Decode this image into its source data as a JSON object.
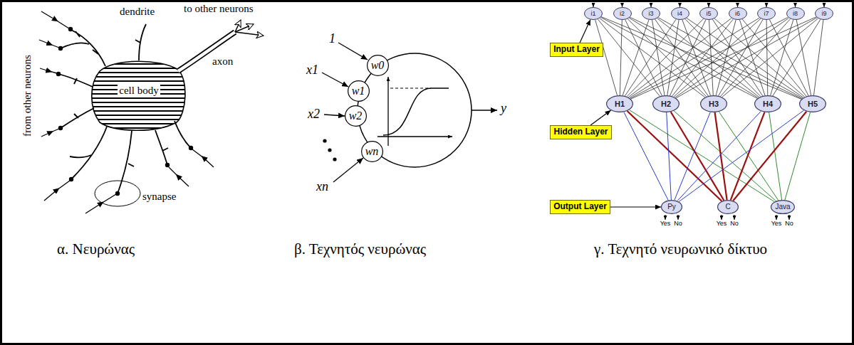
{
  "diagram": {
    "nodes": [
      {
        "text": [
          "w0"
        ]
      },
      {
        "text": [
          "w1"
        ]
      },
      {
        "text": [
          "w2"
        ]
      },
      {
        "text": [
          "wn"
        ]
      },
      {
        "text": [
          "i1"
        ]
      },
      {
        "text": [
          "i2"
        ]
      },
      {
        "text": [
          "i3"
        ]
      },
      {
        "text": [
          "i4"
        ]
      },
      {
        "text": [
          "i5"
        ]
      },
      {
        "text": [
          "i6"
        ]
      },
      {
        "text": [
          "i7"
        ]
      },
      {
        "text": [
          "i8"
        ]
      },
      {
        "text": [
          "i9"
        ]
      },
      {
        "text": [
          "Input Layer"
        ]
      },
      {
        "text": [
          "H1"
        ]
      },
      {
        "text": [
          "H2"
        ]
      },
      {
        "text": [
          "H3"
        ]
      },
      {
        "text": [
          "H4"
        ]
      },
      {
        "text": [
          "H5"
        ]
      },
      {
        "text": [
          "Hidden Layer"
        ]
      },
      {
        "text": [
          "Py"
        ]
      },
      {
        "text": [
          "C"
        ]
      },
      {
        "text": [
          "Java"
        ]
      },
      {
        "text": [
          "Output Layer"
        ]
      }
    ],
    "edges": [
      {
        "from": 4,
        "to": 14,
        "arrow": "none"
      },
      {
        "from": 4,
        "to": 15,
        "arrow": "none"
      },
      {
        "from": 4,
        "to": 16,
        "arrow": "none"
      },
      {
        "from": 4,
        "to": 17,
        "arrow": "none"
      },
      {
        "from": 4,
        "to": 18,
        "arrow": "none"
      },
      {
        "from": 5,
        "to": 14,
        "arrow": "none"
      },
      {
        "from": 5,
        "to": 15,
        "arrow": "none"
      },
      {
        "from": 5,
        "to": 16,
        "arrow": "none"
      },
      {
        "from": 5,
        "to": 17,
        "arrow": "none"
      },
      {
        "from": 5,
        "to": 18,
        "arrow": "none"
      },
      {
        "from": 6,
        "to": 14,
        "arrow": "none"
      },
      {
        "from": 6,
        "to": 15,
        "arrow": "none"
      },
      {
        "from": 6,
        "to": 16,
        "arrow": "none"
      },
      {
        "from": 6,
        "to": 17,
        "arrow": "none"
      },
      {
        "from": 6,
        "to": 18,
        "arrow": "none"
      },
      {
        "from": 7,
        "to": 14,
        "arrow": "none"
      },
      {
        "from": 7,
        "to": 15,
        "arrow": "none"
      },
      {
        "from": 7,
        "to": 16,
        "arrow": "none"
      },
      {
        "from": 7,
        "to": 17,
        "arrow": "none"
      },
      {
        "from": 7,
        "to": 18,
        "arrow": "none"
      },
      {
        "from": 8,
        "to": 14,
        "arrow": "none"
      },
      {
        "from": 8,
        "to": 15,
        "arrow": "none"
      },
      {
        "from": 8,
        "to": 16,
        "arrow": "none"
      },
      {
        "from": 8,
        "to": 17,
        "arrow": "none"
      },
      {
        "from": 8,
        "to": 18,
        "arrow": "none"
      },
      {
        "from": 9,
        "to": 14,
        "arrow": "none"
      },
      {
        "from": 9,
        "to": 15,
        "arrow": "none"
      },
      {
        "from": 9,
        "to": 16,
        "arrow": "none"
      },
      {
        "from": 9,
        "to": 17,
        "arrow": "none"
      },
      {
        "from": 9,
        "to": 18,
        "arrow": "none"
      },
      {
        "from": 10,
        "to": 14,
        "arrow": "none"
      },
      {
        "from": 10,
        "to": 15,
        "arrow": "none"
      },
      {
        "from": 10,
        "to": 16,
        "arrow": "none"
      },
      {
        "from": 10,
        "to": 17,
        "arrow": "none"
      },
      {
        "from": 10,
        "to": 18,
        "arrow": "none"
      },
      {
        "from": 11,
        "to": 14,
        "arrow": "none"
      },
      {
        "from": 11,
        "to": 15,
        "arrow": "none"
      },
      {
        "from": 11,
        "to": 16,
        "arrow": "none"
      },
      {
        "from": 11,
        "to": 17,
        "arrow": "none"
      },
      {
        "from": 11,
        "to": 18,
        "arrow": "none"
      },
      {
        "from": 12,
        "to": 14,
        "arrow": "none"
      },
      {
        "from": 12,
        "to": 15,
        "arrow": "none"
      },
      {
        "from": 12,
        "to": 16,
        "arrow": "none"
      },
      {
        "from": 12,
        "to": 17,
        "arrow": "none"
      },
      {
        "from": 12,
        "to": 18,
        "arrow": "none"
      },
      {
        "from": 14,
        "to": 20,
        "arrow": "none"
      },
      {
        "from": 14,
        "to": 21,
        "arrow": "none"
      },
      {
        "from": 14,
        "to": 22,
        "arrow": "none"
      },
      {
        "from": 15,
        "to": 20,
        "arrow": "none"
      },
      {
        "from": 15,
        "to": 21,
        "arrow": "none"
      },
      {
        "from": 15,
        "to": 22,
        "arrow": "none"
      },
      {
        "from": 16,
        "to": 20,
        "arrow": "none"
      },
      {
        "from": 16,
        "to": 21,
        "arrow": "none"
      },
      {
        "from": 16,
        "to": 22,
        "arrow": "none"
      },
      {
        "from": 17,
        "to": 20,
        "arrow": "none"
      },
      {
        "from": 17,
        "to": 21,
        "arrow": "none"
      },
      {
        "from": 17,
        "to": 22,
        "arrow": "none"
      },
      {
        "from": 18,
        "to": 20,
        "arrow": "none"
      },
      {
        "from": 18,
        "to": 21,
        "arrow": "none"
      },
      {
        "from": 18,
        "to": 22,
        "arrow": "none"
      },
      {
        "from": 13,
        "to": 4,
        "arrow": "to"
      },
      {
        "from": 19,
        "to": 14,
        "arrow": "to"
      },
      {
        "from": 23,
        "to": 20,
        "arrow": "to"
      }
    ],
    "labels": [
      "dendrite",
      "to other neurons",
      "axon",
      "cell body",
      "synapse",
      "from other neurons",
      "1",
      "x1",
      "x2",
      "xn",
      "y",
      "Yes",
      "No",
      "Yes",
      "No",
      "Yes",
      "No",
      "α. Νευρώνας",
      "β. Τεχνητός νευρώνας",
      "γ. Τεχνητό νευρωνικό δίκτυο"
    ]
  }
}
